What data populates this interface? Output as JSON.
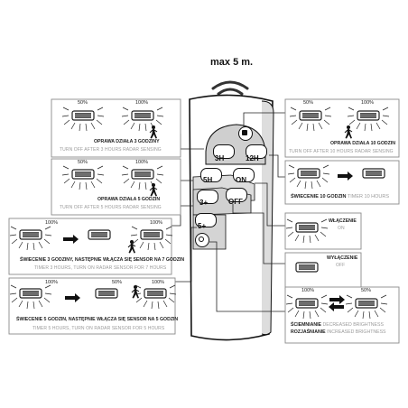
{
  "title": "max 5 m.",
  "colors": {
    "frame": "#8a8a8a",
    "ink": "#1e1e1e",
    "subtext": "#9a9a9a",
    "remote": "#ffffff",
    "line": "#333333"
  },
  "remote": {
    "buttons": [
      {
        "id": "light",
        "label": "",
        "icon": "lamp-icon"
      },
      {
        "id": "3h",
        "label": "3H",
        "icon": "walk-icon"
      },
      {
        "id": "12h",
        "label": "12H",
        "icon": "clock-icon"
      },
      {
        "id": "5h",
        "label": "5H",
        "icon": "walk-icon"
      },
      {
        "id": "on",
        "label": "ON",
        "icon": ""
      },
      {
        "id": "3plus",
        "label": "3+",
        "icon": "walk-icon"
      },
      {
        "id": "off",
        "label": "OFF",
        "icon": ""
      },
      {
        "id": "5plus",
        "label": "5+",
        "icon": "walk-icon"
      },
      {
        "id": "dim",
        "label": "",
        "icon": "dimmer-icon"
      }
    ]
  },
  "panels": {
    "p3h": {
      "pct_left": "50%",
      "pct_right": "100%",
      "main": "OPRAWA DZIAŁA 3 GODZINY",
      "sub": "TURN OFF AFTER 3 HOURS RADAR SENSING"
    },
    "p5h": {
      "pct_left": "50%",
      "pct_right": "100%",
      "main": "OPRAWA DZIAŁA 5 GODZIN",
      "sub": "TURN OFF AFTER 5 HOURS RADAR SENSING"
    },
    "p3plus": {
      "pct_a": "100%",
      "pct_b": "100%",
      "main": "ŚWIECENIE 3 GODZINY, NASTĘPNIE WŁĄCZA SIĘ SENSOR NA 7 GODZIN",
      "sub": "TIMER 3 HOURS, TURN ON RADAR SENSOR FOR 7 HOURS"
    },
    "p5plus": {
      "pct_a": "100%",
      "pct_b": "50%",
      "pct_c": "100%",
      "main": "ŚWIECENIE 5 GODZIN, NASTĘPNIE WŁĄCZA SIĘ SENSOR NA 5 GODZIN",
      "sub": "TIMER 5 HOURS, TURN ON RADAR SENSOR FOR 5 HOURS"
    },
    "p10h": {
      "pct_left": "50%",
      "pct_right": "100%",
      "main": "OPRAWA DZIAŁA 10 GODZIN",
      "sub": "TURN OFF AFTER 10 HOURS RADAR SENSING"
    },
    "p12h": {
      "main": "ŚWIECENIE 10 GODZIN",
      "sub": "TIMER 10 HOURS"
    },
    "pon": {
      "main": "WŁĄCZENIE",
      "sub": "ON"
    },
    "poff": {
      "main": "WYŁĄCZENIE",
      "sub": "OFF"
    },
    "pdim": {
      "pct_left": "100%",
      "pct_right": "50%",
      "main1": "ŚCIEMNIANIE",
      "sub1": "DECREASED BRIGHTNESS",
      "main2": "ROZJAŚNIANIE",
      "sub2": "INCREASED BRIGHTNESS"
    }
  }
}
